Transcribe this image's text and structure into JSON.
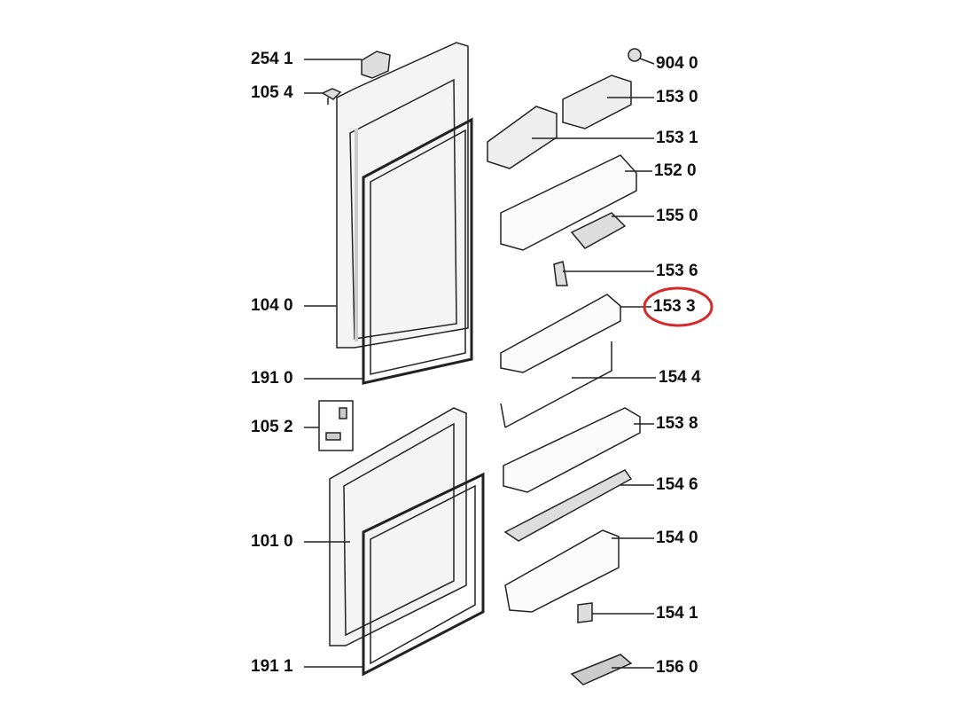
{
  "diagram": {
    "highlight_color": "#d42a2a",
    "highlighted_part": "153 3",
    "left_labels": [
      "254 1",
      "105 4",
      "104 0",
      "191 0",
      "105 2",
      "101 0",
      "191 1"
    ],
    "right_labels": [
      "904 0",
      "153 0",
      "153 1",
      "152 0",
      "155 0",
      "153 6",
      "153 3",
      "154 4",
      "153 8",
      "154 6",
      "154 0",
      "154 1",
      "156 0"
    ]
  }
}
